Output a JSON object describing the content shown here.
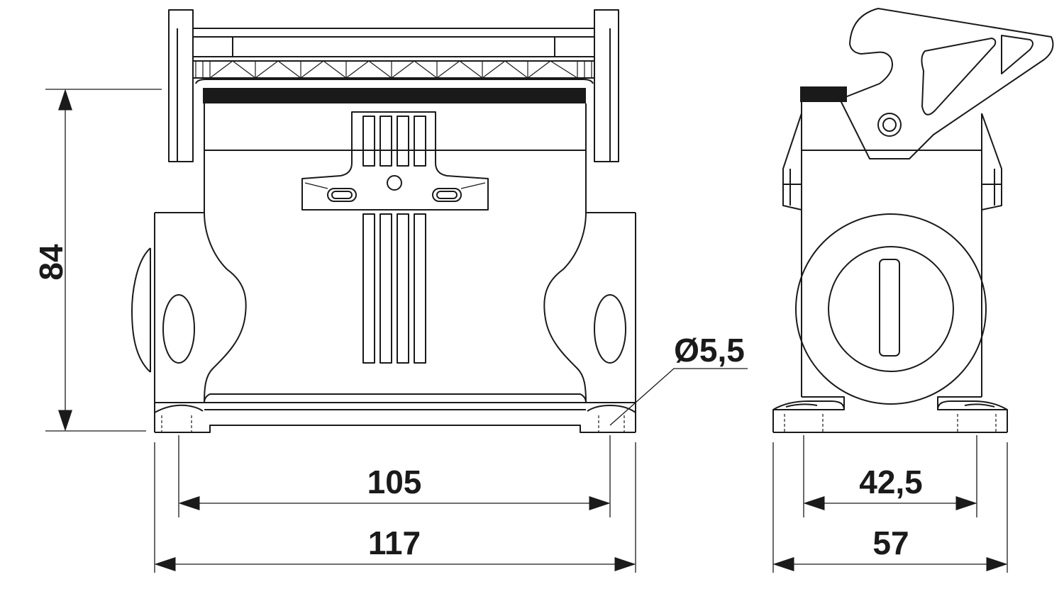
{
  "dimensions": {
    "height_84": "84",
    "hole_diameter": "Ø5,5",
    "front_hole_spacing": "105",
    "front_overall_width": "117",
    "side_hole_spacing": "42,5",
    "side_overall_width": "57"
  }
}
